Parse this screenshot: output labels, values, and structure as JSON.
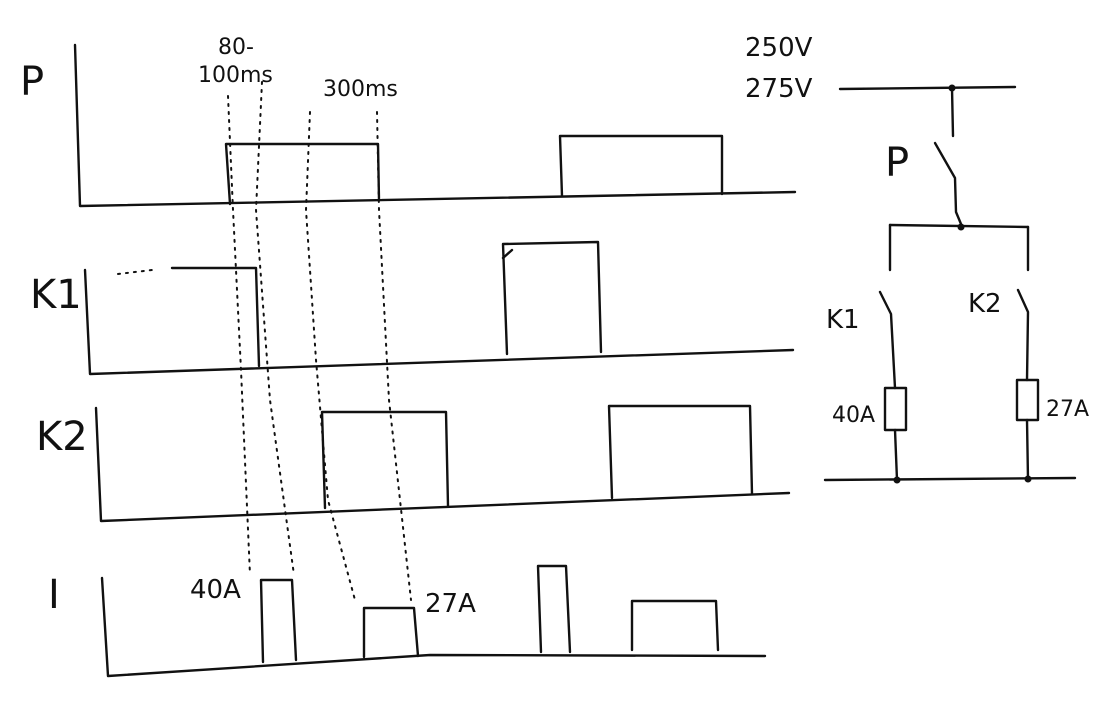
{
  "timing": {
    "rows": [
      {
        "label": "P"
      },
      {
        "label": "K1"
      },
      {
        "label": "K2"
      },
      {
        "label": "I"
      }
    ],
    "annotations": {
      "delay_top": "80-",
      "delay_bottom": "100ms",
      "hold": "300ms"
    },
    "current_labels": {
      "k1": "40A",
      "k2": "27A"
    }
  },
  "circuit": {
    "voltage_1": "250V",
    "voltage_2": "275V",
    "switch_p": "P",
    "switch_k1": "K1",
    "switch_k2": "K2",
    "load_k1": "40A",
    "load_k2": "27A"
  }
}
